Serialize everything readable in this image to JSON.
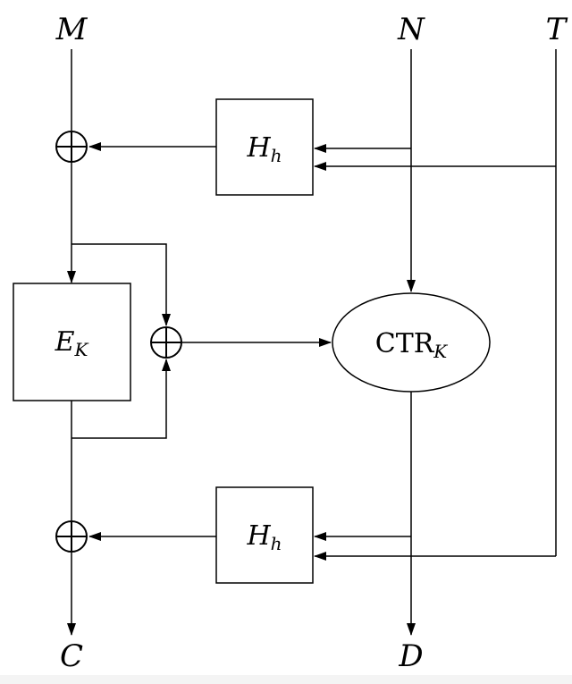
{
  "labels": {
    "input_m": "M",
    "input_n": "N",
    "input_t": "T",
    "output_c": "C",
    "output_d": "D",
    "hash_top_base": "H",
    "hash_top_sub": "h",
    "hash_bottom_base": "H",
    "hash_bottom_sub": "h",
    "cipher_base": "E",
    "cipher_sub": "K",
    "ctr_base": "CTR",
    "ctr_sub": "K"
  }
}
